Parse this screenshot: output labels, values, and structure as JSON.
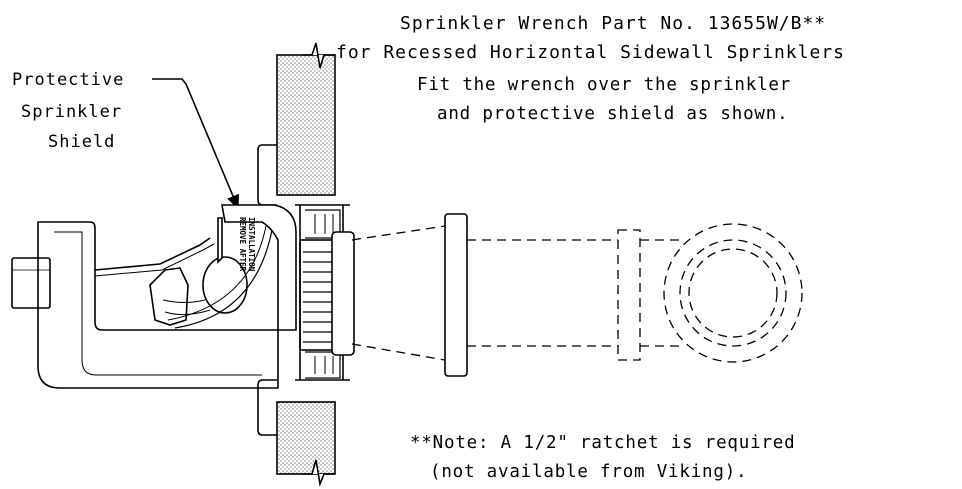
{
  "header": {
    "title": "Sprinkler Wrench Part No. 13655W/B**",
    "subtitle": "for Recessed Horizontal Sidewall Sprinklers",
    "instruction_line1": "Fit the wrench over the sprinkler",
    "instruction_line2": "and protective shield as shown."
  },
  "callout": {
    "line1": "Protective",
    "line2": "Sprinkler",
    "line3": "Shield"
  },
  "shield_label": {
    "line1": "REMOVE AFTER",
    "line2": "INSTALLATION"
  },
  "note": {
    "line1": "**Note: A 1/2\" ratchet is required",
    "line2": "(not available from Viking)."
  },
  "colors": {
    "ink": "#000000",
    "background": "#ffffff"
  }
}
